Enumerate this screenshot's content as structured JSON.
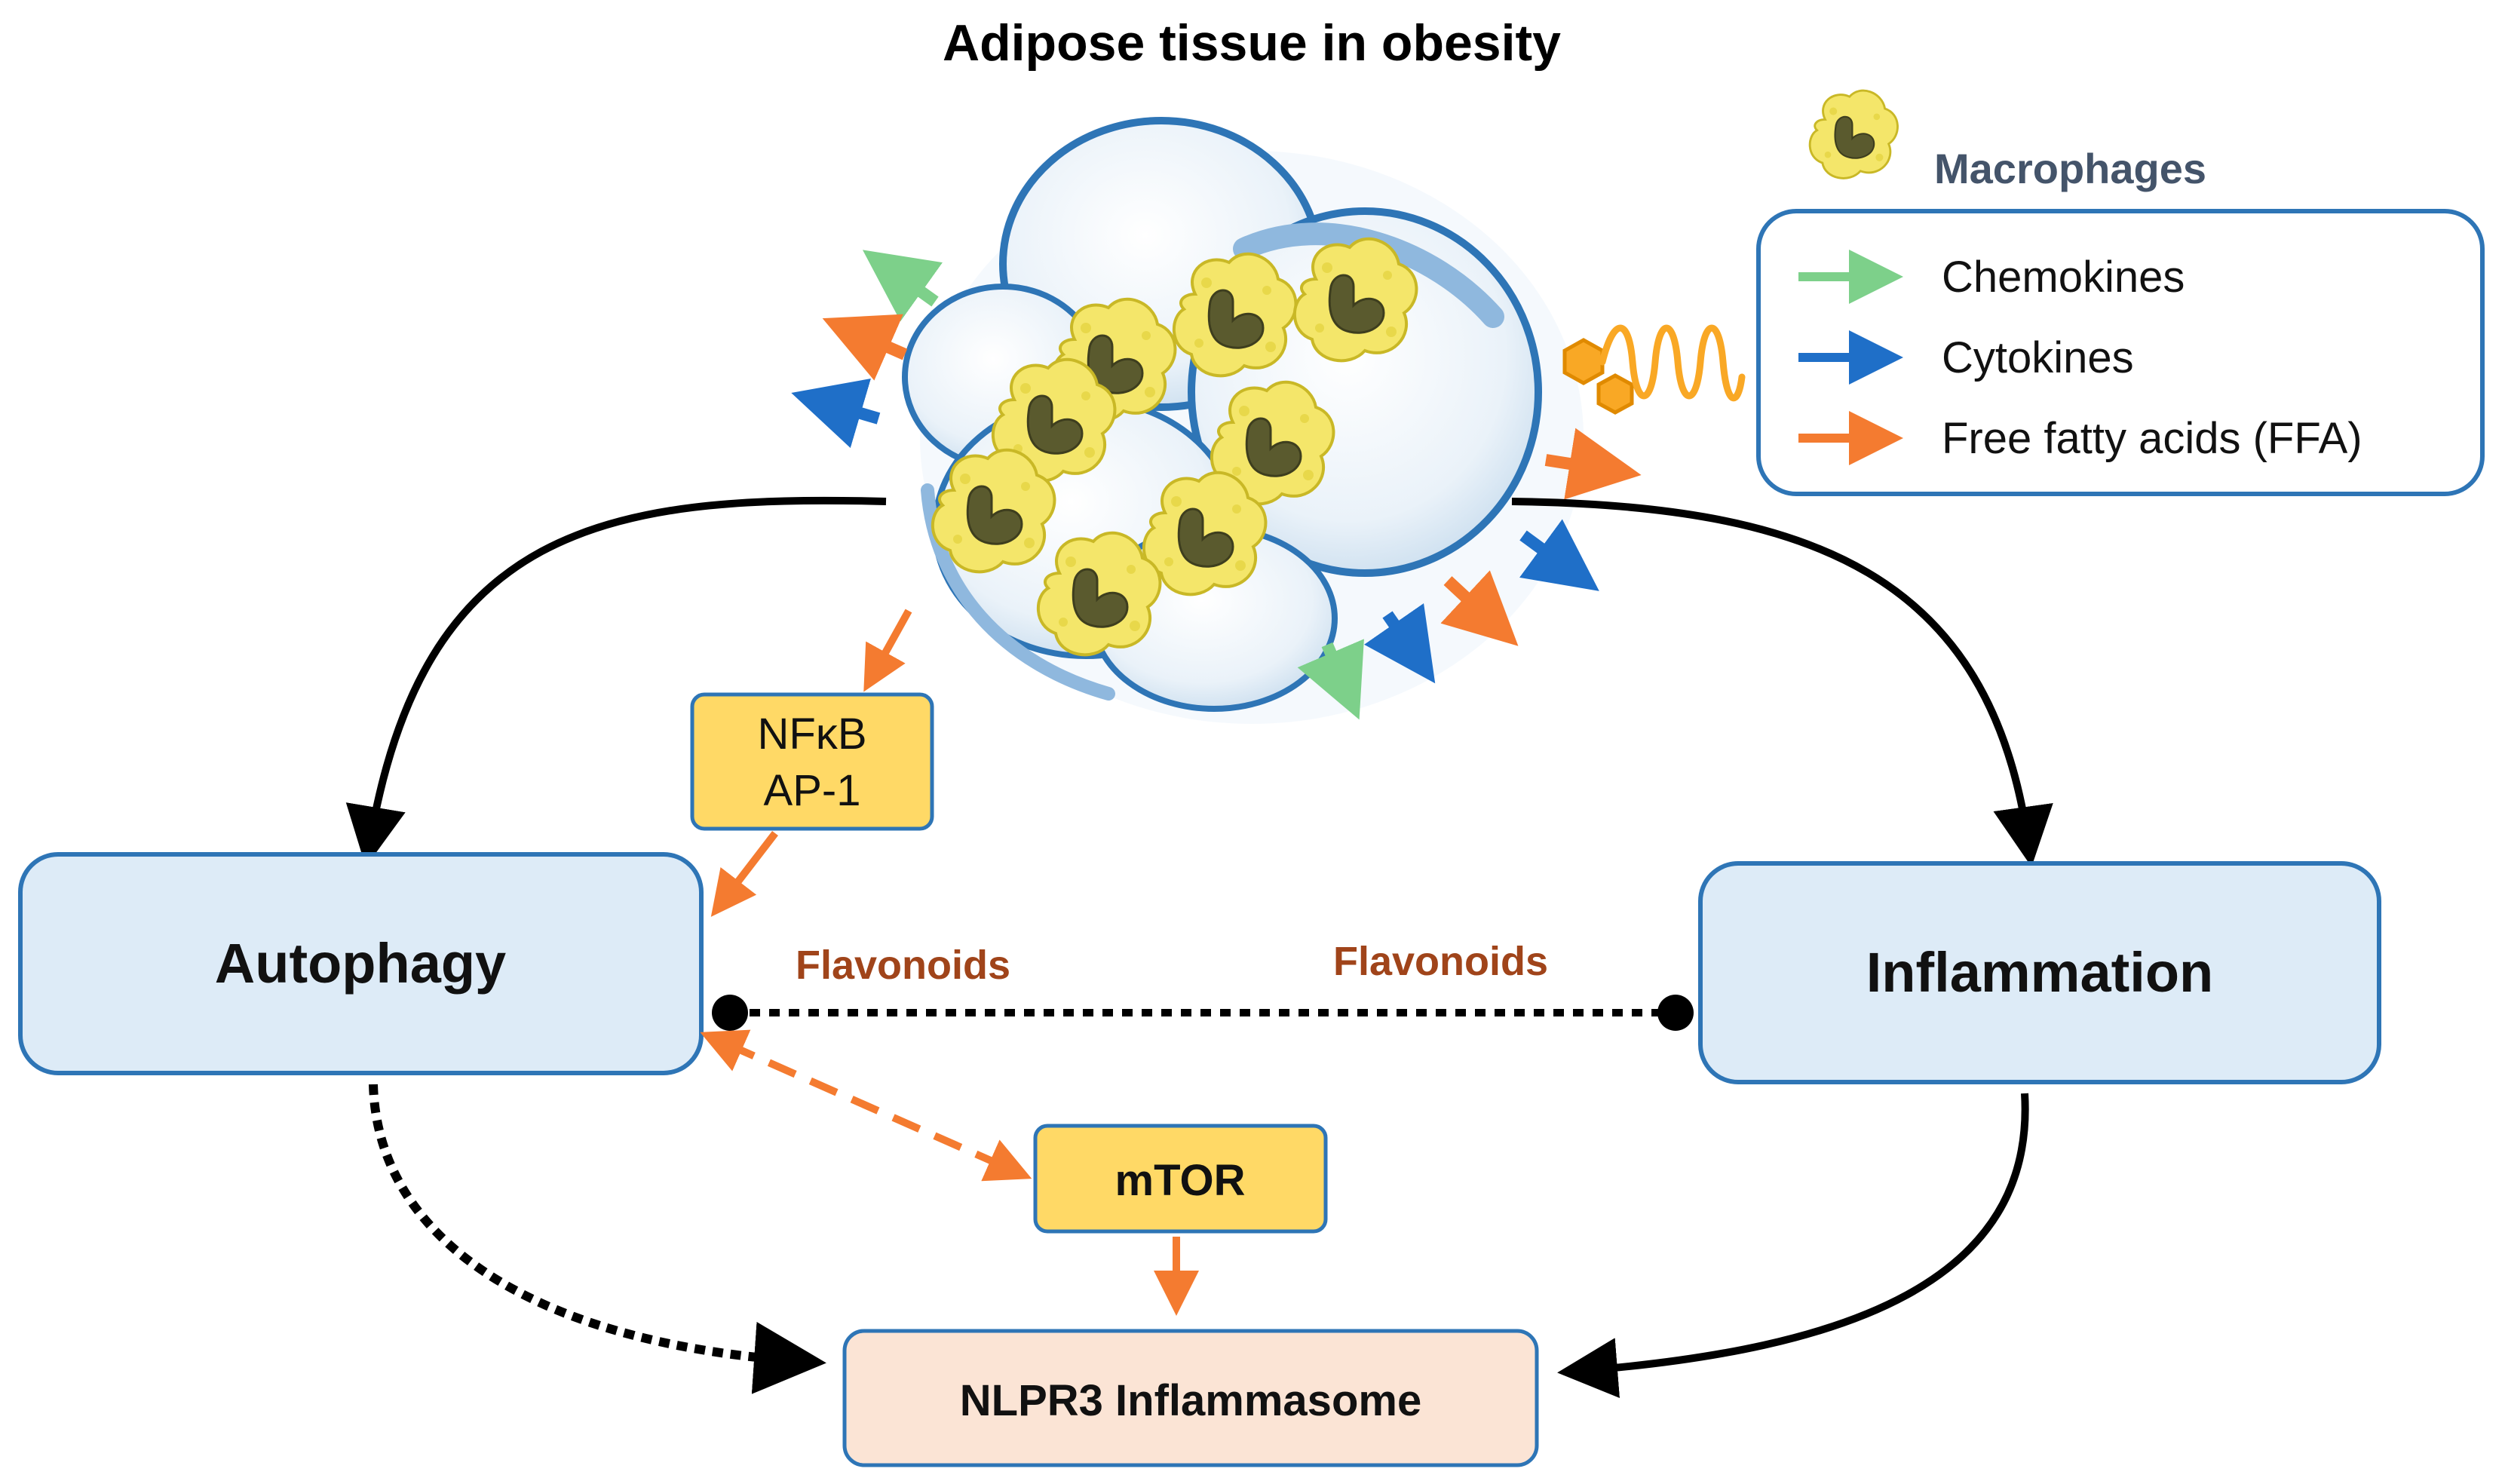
{
  "title": "Adipose tissue in obesity",
  "legend": {
    "macrophages_label": "Macrophages",
    "items": [
      {
        "label": "Chemokines",
        "color": "#7DD08A"
      },
      {
        "label": "Cytokines",
        "color": "#1F6FC8"
      },
      {
        "label": "Free fatty acids (FFA)",
        "color": "#F47B30"
      }
    ]
  },
  "nodes": {
    "nfkb": {
      "line1": "NFκB",
      "line2": "AP-1"
    },
    "autophagy": "Autophagy",
    "inflammation": "Inflammation",
    "mtor": "mTOR",
    "nlpr3": "NLPR3 Inflammasome"
  },
  "flavonoids_left": "Flavonoids",
  "flavonoids_right": "Flavonoids",
  "colors": {
    "chemokine": "#7DD08A",
    "cytokine": "#1F6FC8",
    "ffa": "#F47B30",
    "box_blue_fill": "#DDEBF7",
    "box_blue_stroke": "#2E75B6",
    "box_yellow_fill": "#FFD966",
    "box_nlpr_fill": "#FBE4D5",
    "flavonoid_text": "#A0441A"
  }
}
